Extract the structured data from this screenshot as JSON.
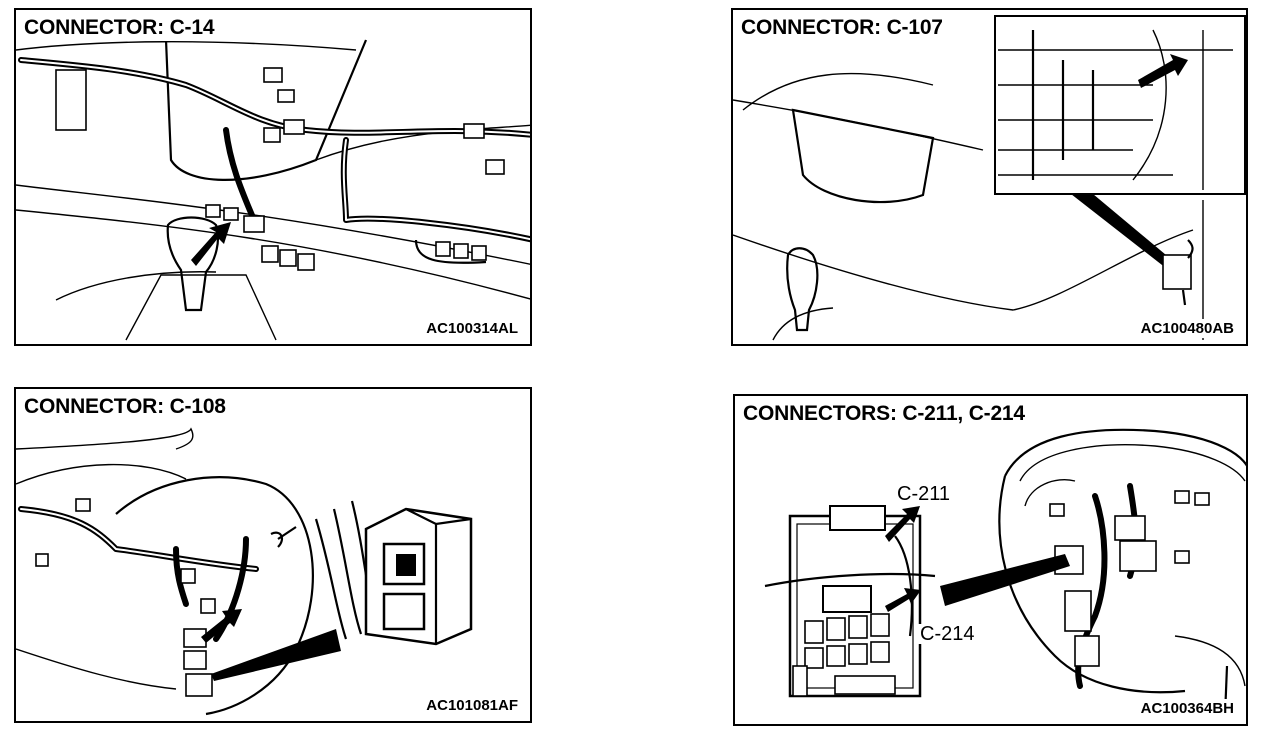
{
  "panels": [
    {
      "title": "CONNECTOR: C-14",
      "code": "AC100314AL"
    },
    {
      "title": "CONNECTOR: C-107",
      "code": "AC100480AB"
    },
    {
      "title": "CONNECTOR: C-108",
      "code": "AC101081AF"
    },
    {
      "title": "CONNECTORS: C-211, C-214",
      "code": "AC100364BH",
      "callouts": [
        "C-211",
        "C-214"
      ]
    }
  ]
}
